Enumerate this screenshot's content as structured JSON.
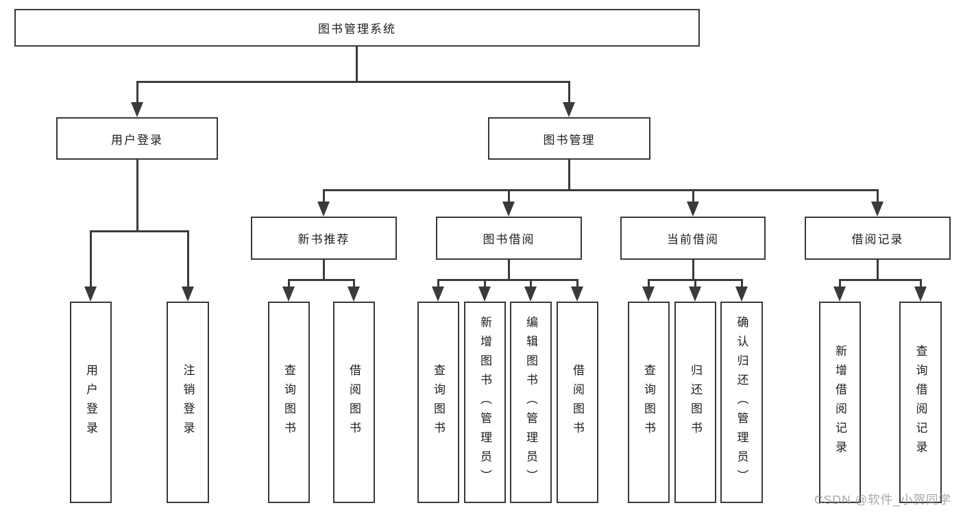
{
  "diagram": {
    "title": "图书管理系统",
    "branches": [
      {
        "label": "用户登录",
        "children": [
          {
            "label": "用户登录"
          },
          {
            "label": "注销登录"
          }
        ]
      },
      {
        "label": "图书管理",
        "children": [
          {
            "label": "新书推荐",
            "children": [
              {
                "label": "查询图书"
              },
              {
                "label": "借阅图书"
              }
            ]
          },
          {
            "label": "图书借阅",
            "children": [
              {
                "label": "查询图书"
              },
              {
                "label": "新增图书（管理员）"
              },
              {
                "label": "编辑图书（管理员）"
              },
              {
                "label": "借阅图书"
              }
            ]
          },
          {
            "label": "当前借阅",
            "children": [
              {
                "label": "查询图书"
              },
              {
                "label": "归还图书"
              },
              {
                "label": "确认归还（管理员）"
              }
            ]
          },
          {
            "label": "借阅记录",
            "children": [
              {
                "label": "新增借阅记录"
              },
              {
                "label": "查询借阅记录"
              }
            ]
          }
        ]
      }
    ]
  },
  "watermark": {
    "text": "CSDN @软件_小贺同学",
    "color": "#919191"
  },
  "colors": {
    "background": "#ffffff",
    "line": "#3a3a3a",
    "box_border": "#383838",
    "text": "#1d1d1d"
  }
}
